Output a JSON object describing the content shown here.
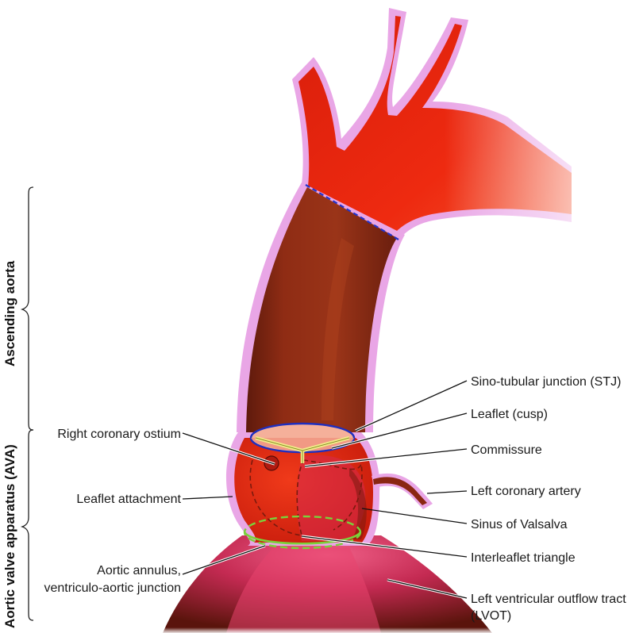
{
  "brackets": {
    "ascending": "Ascending aorta",
    "ava": "Aortic valve apparatus (AVA)"
  },
  "labels": {
    "stj": "Sino-tubular junction (STJ)",
    "leaflet": "Leaflet (cusp)",
    "commissure": "Commissure",
    "left_coronary": "Left coronary artery",
    "sinus": "Sinus of Valsalva",
    "interleaflet": "Interleaflet triangle",
    "lvot_1": "Left ventricular outflow tract",
    "lvot_2": "(LVOT)",
    "right_ostium": "Right coronary ostium",
    "leaflet_attachment": "Leaflet attachment",
    "annulus_1": "Aortic annulus,",
    "annulus_2": "ventriculo-aortic junction"
  },
  "colors": {
    "aorta_red": "#e8230e",
    "aorta_dark": "#8a2a14",
    "wall_pink": "#e9a6e6",
    "stj_ring": "#1f2fbf",
    "stj_dashed": "#2233cc",
    "annulus_ring": "#7ad23a",
    "commissure_yellow": "#f2ee8a",
    "ventricle": "#6a1a10"
  }
}
